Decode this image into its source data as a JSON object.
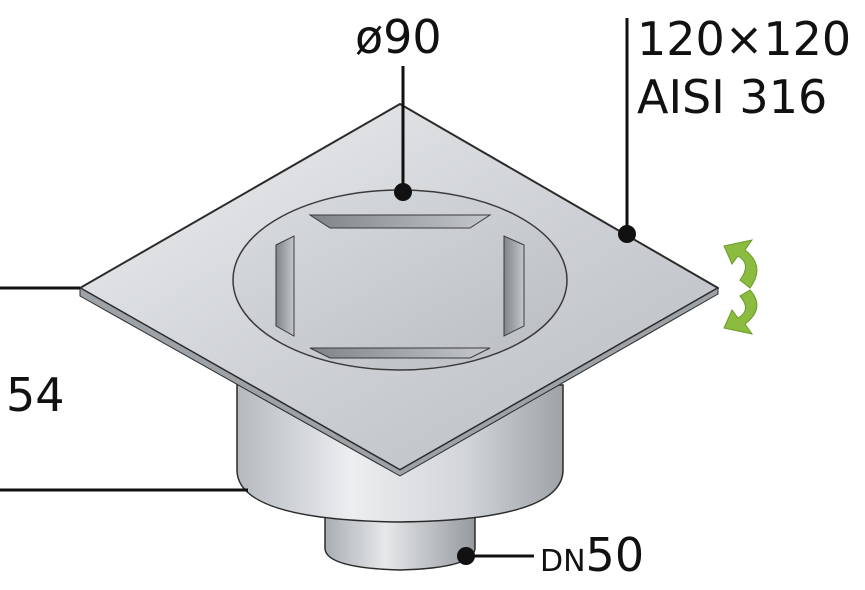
{
  "labels": {
    "diameter": "ø90",
    "flange_size": "120×120",
    "material": "AISI 316",
    "height": "54",
    "outlet_prefix": "DN",
    "outlet_size": "50"
  },
  "icons": {
    "rotate": "rotate-arrows-icon"
  },
  "colors": {
    "steel_light": "#e3e5e8",
    "steel_mid": "#bcc0c5",
    "steel_dark": "#8a8f95",
    "outline": "#2b2b2b",
    "leader": "#111111",
    "rotate_arrow": "#8bbb3f",
    "background": "#ffffff"
  }
}
